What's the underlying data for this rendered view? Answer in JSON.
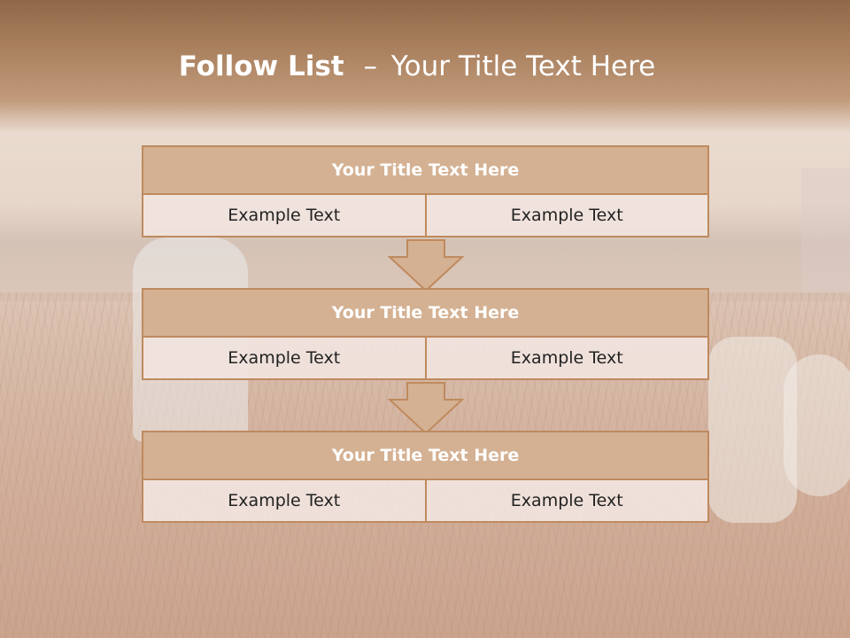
{
  "slide": {
    "title_bold": "Follow List",
    "title_separator": "–",
    "title_rest": "Your Title Text Here"
  },
  "blocks": [
    {
      "title": "Your Title Text Here",
      "left": "Example Text",
      "right": "Example Text"
    },
    {
      "title": "Your Title Text Here",
      "left": "Example Text",
      "right": "Example Text"
    },
    {
      "title": "Your Title Text Here",
      "left": "Example Text",
      "right": "Example Text"
    }
  ],
  "colors": {
    "banner": "#a9805e",
    "box_header": "#d4b193",
    "box_border": "#bf8a5e",
    "cell_fill": "#f1e4de",
    "arrow_fill": "#d4b193"
  },
  "icons": [
    "down-arrow-icon",
    "down-arrow-icon"
  ]
}
